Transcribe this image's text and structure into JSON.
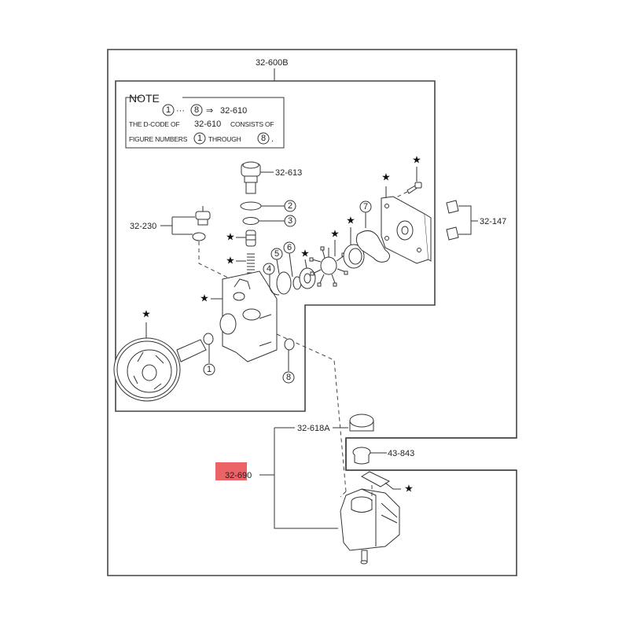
{
  "diagram": {
    "type": "exploded-parts-diagram",
    "subject": "power steering pump and reservoir",
    "group_label": "32-600B",
    "note": {
      "title": "NOTE",
      "line1_from": "1",
      "line1_ellipsis": "···",
      "line1_to": "8",
      "line1_arrow": "⇒",
      "line1_code": "32-610",
      "line2_prefix": "THE D-CODE OF",
      "line2_code": "32-610",
      "line2_suffix": "CONSISTS OF",
      "line3_prefix": "FIGURE NUMBERS",
      "line3_from": "1",
      "line3_mid": "THROUGH",
      "line3_to": "8",
      "line3_end": "."
    },
    "part_labels": {
      "p32_613": "32-613",
      "p32_230": "32-230",
      "p32_147": "32-147",
      "p32_618A": "32-618A",
      "p43_843": "43-843",
      "p32_690": "32-690"
    },
    "highlighted_part": "32-690",
    "highlight_color": "#e8474c",
    "figure_numbers": [
      "1",
      "2",
      "3",
      "4",
      "5",
      "6",
      "7",
      "8"
    ],
    "star_symbol": "★"
  }
}
